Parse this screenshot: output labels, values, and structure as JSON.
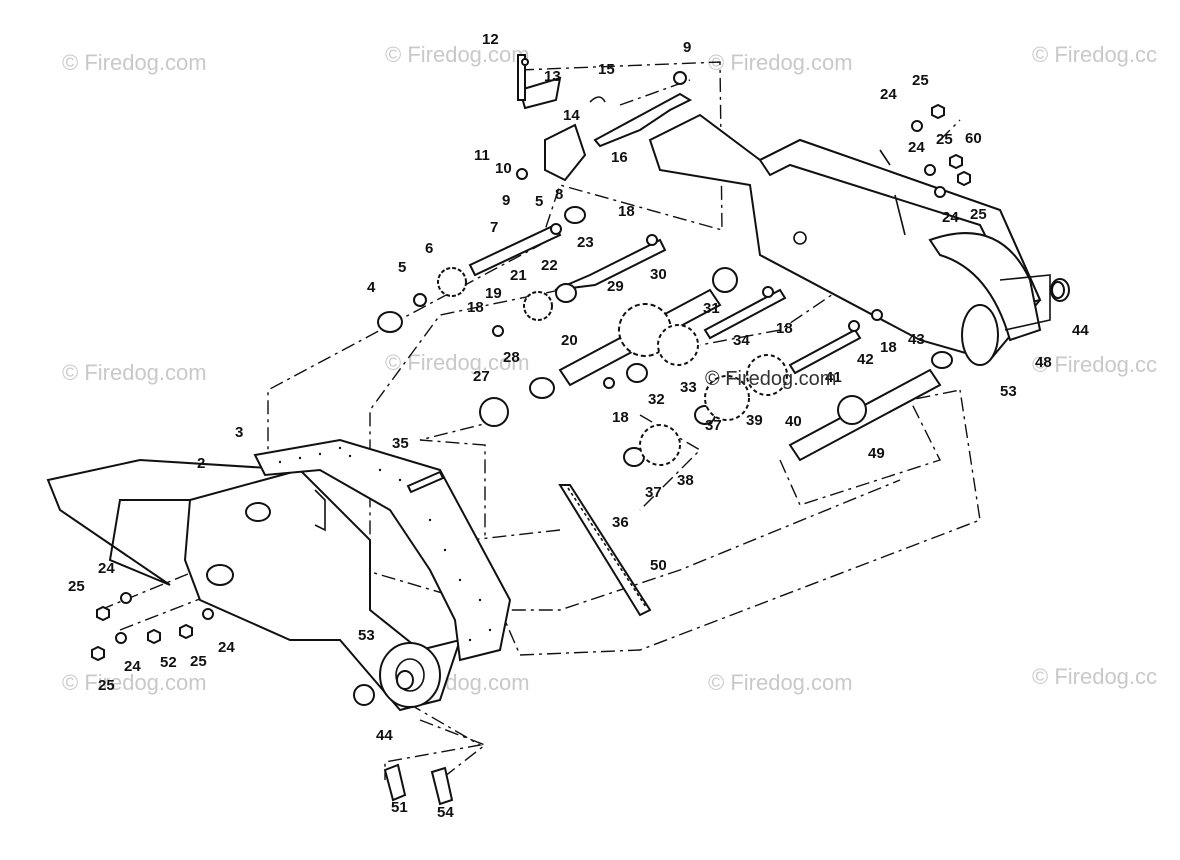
{
  "watermark": "© Firedog.com",
  "watermark_partial": "© Firedog.cc",
  "center_watermark": "© Firedog.com",
  "labels": {
    "l2": "2",
    "l3": "3",
    "l4": "4",
    "l5a": "5",
    "l5b": "5",
    "l6": "6",
    "l7": "7",
    "l8": "8",
    "l9a": "9",
    "l9b": "9",
    "l10": "10",
    "l11": "11",
    "l12": "12",
    "l13": "13",
    "l14": "14",
    "l15": "15",
    "l16": "16",
    "l18a": "18",
    "l18b": "18",
    "l18c": "18",
    "l18d": "18",
    "l18e": "18",
    "l19": "19",
    "l20": "20",
    "l21": "21",
    "l22": "22",
    "l23": "23",
    "l24a": "24",
    "l24b": "24",
    "l24c": "24",
    "l24d": "24",
    "l24e": "24",
    "l24f": "24",
    "l25a": "25",
    "l25b": "25",
    "l25c": "25",
    "l25d": "25",
    "l25e": "25",
    "l25f": "25",
    "l27": "27",
    "l28": "28",
    "l29": "29",
    "l30": "30",
    "l31": "31",
    "l32": "32",
    "l33": "33",
    "l34": "34",
    "l35": "35",
    "l36": "36",
    "l37a": "37",
    "l37b": "37",
    "l38": "38",
    "l39": "39",
    "l40": "40",
    "l41": "41",
    "l42": "42",
    "l43": "43",
    "l44a": "44",
    "l44b": "44",
    "l48": "48",
    "l49": "49",
    "l50": "50",
    "l51": "51",
    "l52": "52",
    "l53a": "53",
    "l53b": "53",
    "l54": "54",
    "l60": "60"
  }
}
